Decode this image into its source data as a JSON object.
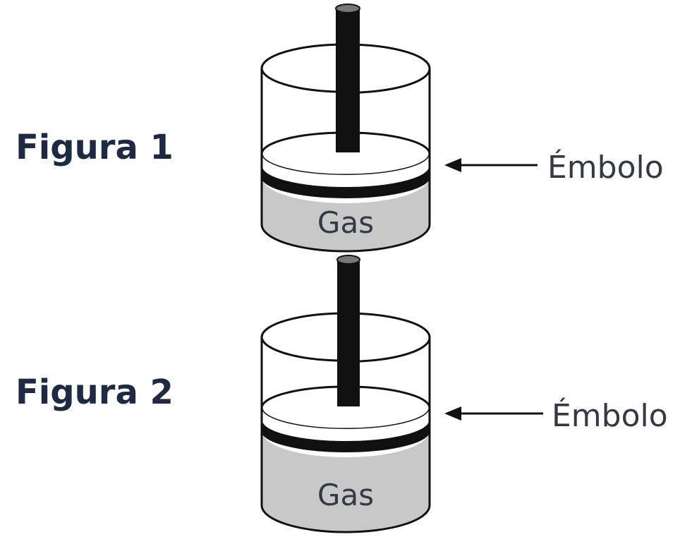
{
  "figures": [
    {
      "label": "Figura 1",
      "piston_label": "Émbolo",
      "gas_label": "Gas"
    },
    {
      "label": "Figura 2",
      "piston_label": "Émbolo",
      "gas_label": "Gas"
    }
  ],
  "colors": {
    "title_text": "#1c2a44",
    "label_text": "#333a45",
    "gas_fill": "#c8c8c8",
    "rod": "#111111",
    "outline": "#111111"
  }
}
